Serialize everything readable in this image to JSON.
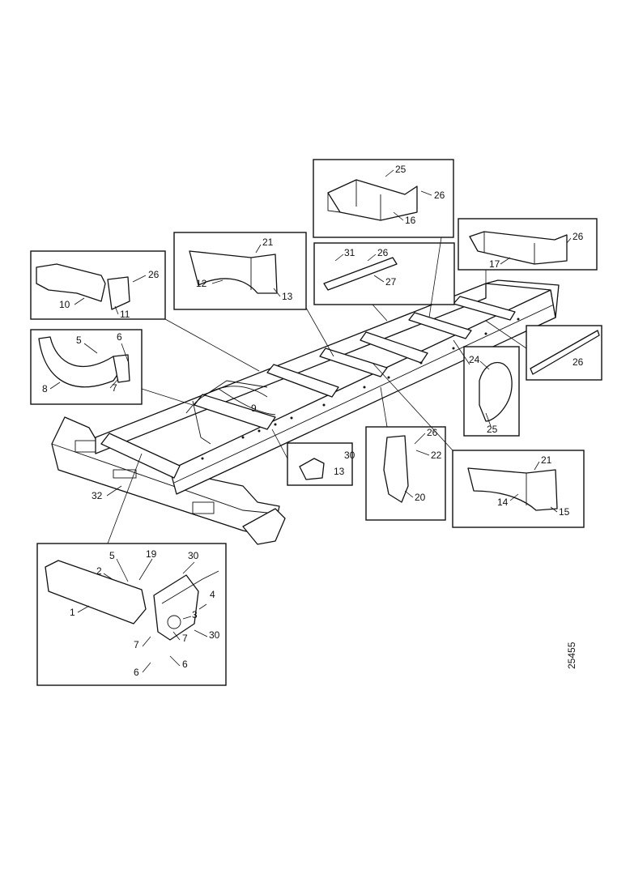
{
  "figure": {
    "reference_number": "25455",
    "callouts": {
      "c1": "1",
      "c2": "2",
      "c3": "3",
      "c4": "4",
      "c5a": "5",
      "c5b": "5",
      "c6a": "6",
      "c6b": "6",
      "c6c": "6",
      "c7a": "7",
      "c7b": "7",
      "c7c": "7",
      "c8": "8",
      "c9": "9",
      "c10": "10",
      "c11": "11",
      "c12": "12",
      "c13a": "13",
      "c13b": "13",
      "c14": "14",
      "c15": "15",
      "c16": "16",
      "c17": "17",
      "c19": "19",
      "c20": "20",
      "c21a": "21",
      "c21b": "21",
      "c22": "22",
      "c24": "24",
      "c25a": "25",
      "c25b": "25",
      "c26a": "26",
      "c26b": "26",
      "c26c": "26",
      "c26d": "26",
      "c26e": "26",
      "c26f": "26",
      "c27": "27",
      "c30a": "30",
      "c30b": "30",
      "c30c": "30",
      "c31": "31",
      "c32": "32"
    }
  }
}
